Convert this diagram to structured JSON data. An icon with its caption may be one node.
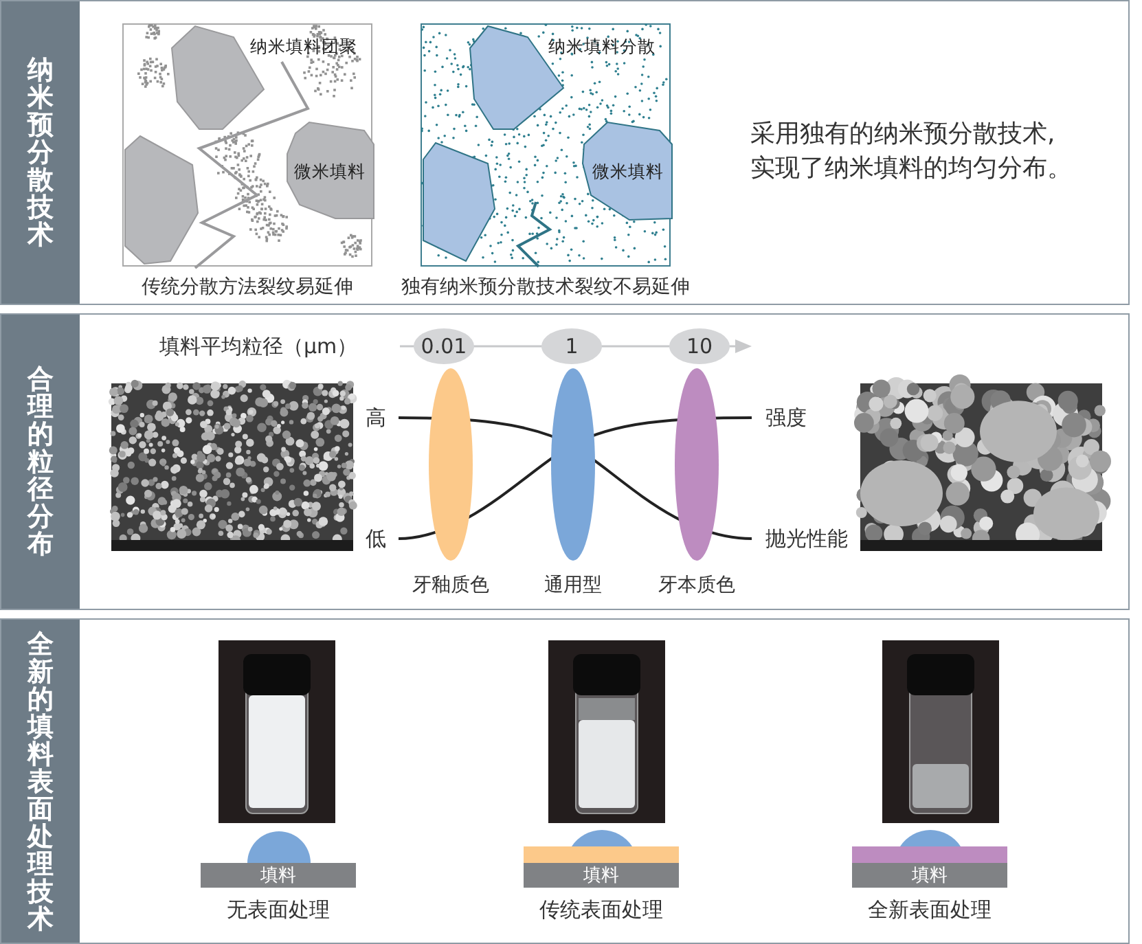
{
  "diagram": {
    "nodes": [
      {
        "text": [
          "纳米预分散技术"
        ]
      },
      {
        "text": [
          "纳米填料团聚",
          "微米填料"
        ],
        "beside": [
          "传统分散方法裂纹易延伸"
        ],
        "in": 0
      },
      {
        "text": [
          "纳米填料分散",
          "微米填料"
        ],
        "beside": [
          "独有纳米预分散技术裂纹不易延伸"
        ],
        "in": 0
      },
      {
        "text": [
          "合理的粒径分布"
        ]
      },
      {
        "text": [
          "0.01"
        ],
        "in": 3
      },
      {
        "text": [
          "1"
        ],
        "in": 3
      },
      {
        "text": [
          "10"
        ],
        "in": 3
      },
      {
        "text": [],
        "shape": "ellipse",
        "beside": [
          "牙釉质色"
        ],
        "in": 3
      },
      {
        "text": [],
        "shape": "ellipse",
        "beside": [
          "通用型"
        ],
        "in": 3
      },
      {
        "text": [],
        "shape": "ellipse",
        "beside": [
          "牙本质色"
        ],
        "in": 3
      },
      {
        "text": [
          "全新的填料表面处理技术"
        ]
      },
      {
        "text": [
          "填料"
        ],
        "beside": [
          "无表面处理"
        ],
        "in": 10
      },
      {
        "text": [
          "填料"
        ],
        "beside": [
          "传统表面处理"
        ],
        "in": 10
      },
      {
        "text": [
          "填料"
        ],
        "beside": [
          "全新表面处理"
        ],
        "in": 10
      }
    ],
    "labels": [
      "采用独有的纳米预分散技术,实现了纳米填料的均匀分布。",
      "填料平均粒径（μm）",
      "高",
      "强度",
      "低",
      "抛光性能"
    ]
  }
}
